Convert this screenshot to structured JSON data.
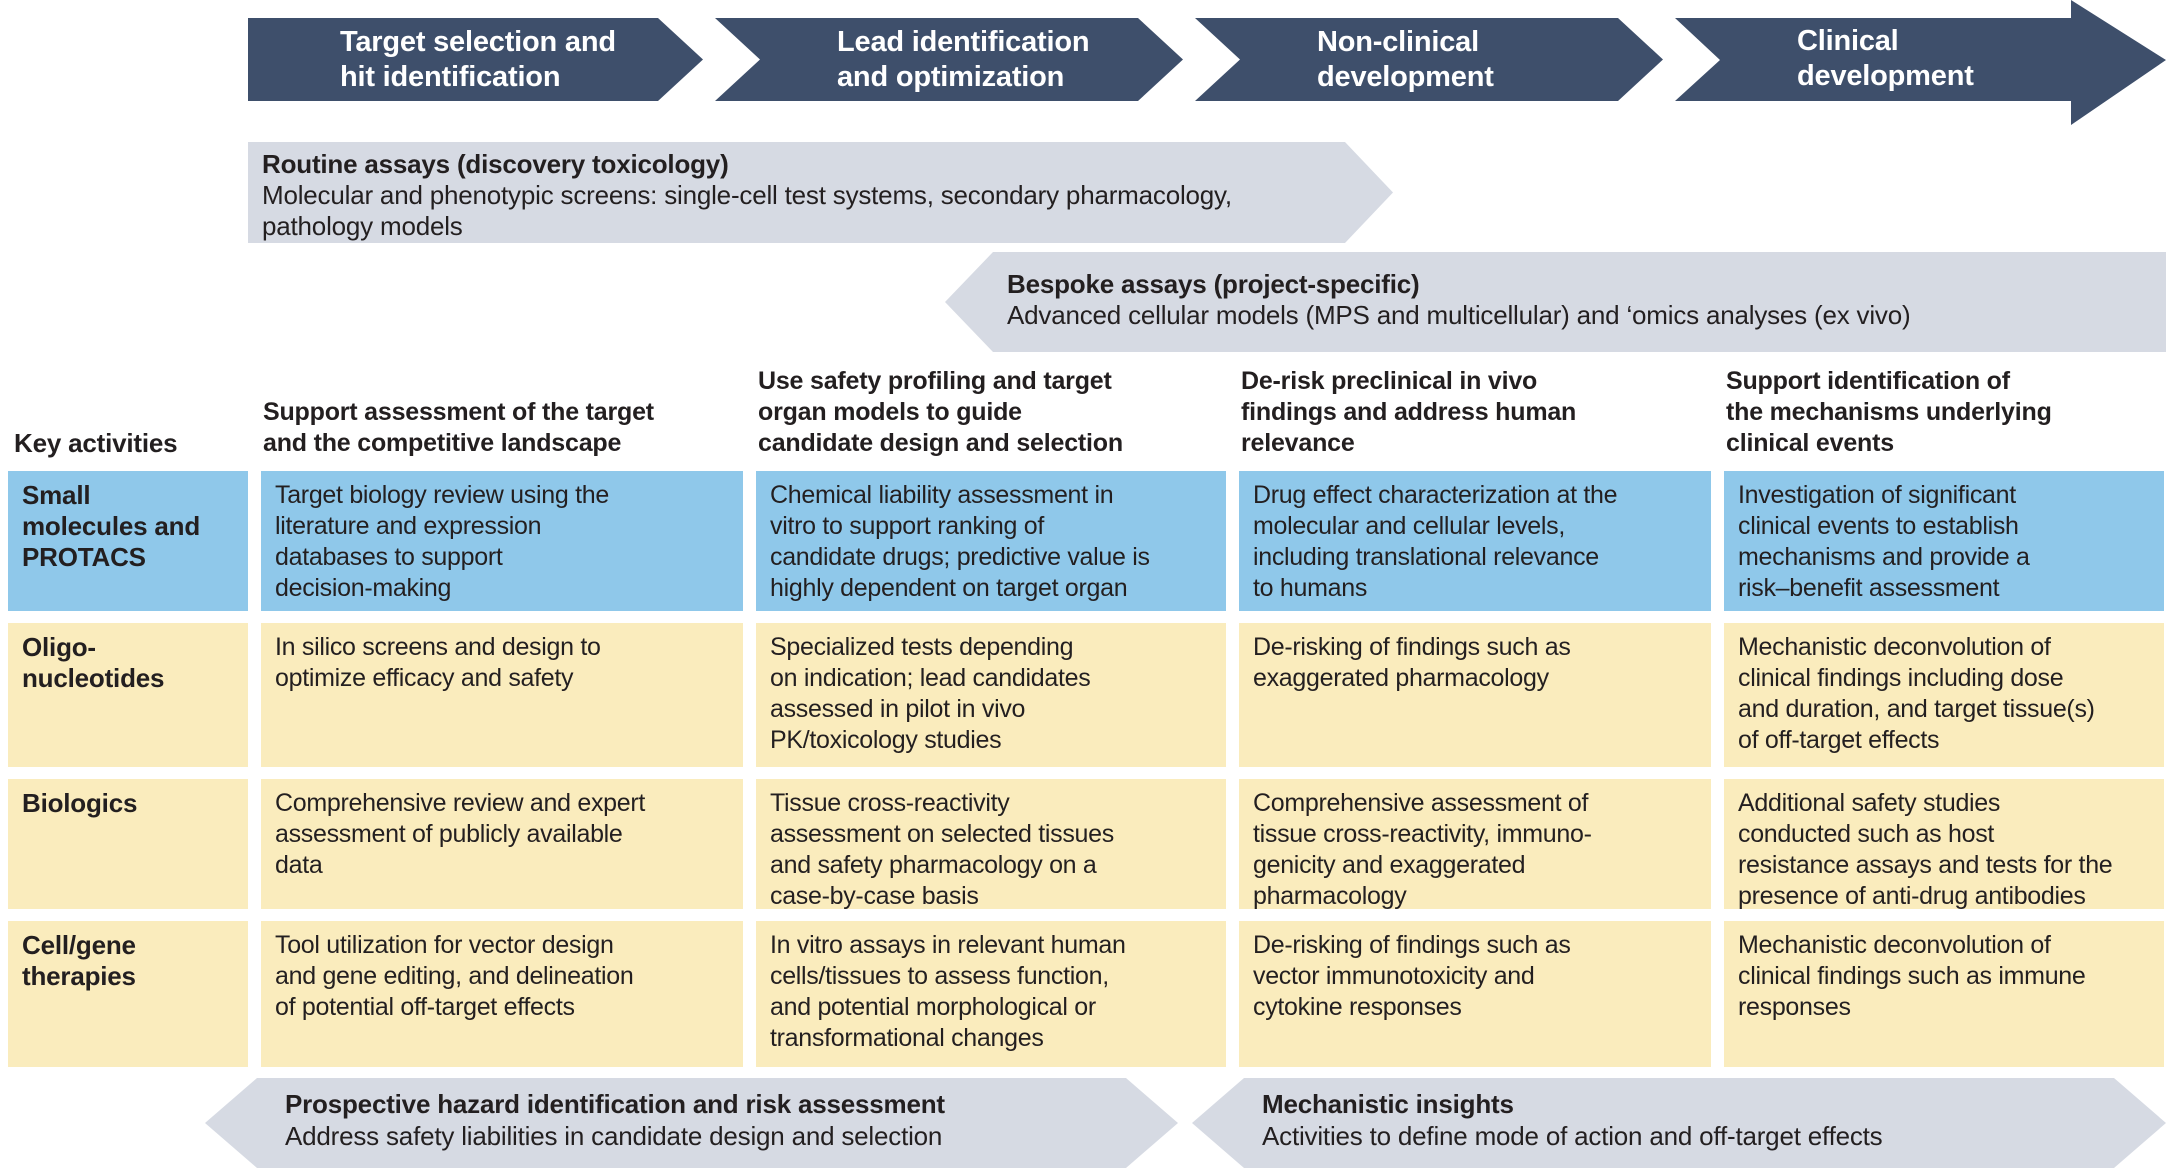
{
  "colors": {
    "stage_arrow": "#3e4f6b",
    "assay_banner": "#d6dae3",
    "row_small_molecules_blue": "#8fc8ea",
    "row_modality_yellow": "#faecbd",
    "text": "#231f20",
    "background": "#ffffff"
  },
  "pipeline_stages": [
    {
      "label": "Target selection and\nhit identification"
    },
    {
      "label": "Lead identification\nand optimization"
    },
    {
      "label": "Non-clinical\ndevelopment"
    },
    {
      "label": "Clinical\ndevelopment"
    }
  ],
  "assay_banners": {
    "routine": {
      "title": "Routine assays (discovery toxicology)",
      "description": "Molecular and phenotypic screens: single-cell test systems, secondary pharmacology,\npathology models"
    },
    "bespoke": {
      "title": "Bespoke assays (project-specific)",
      "description": "Advanced cellular models (MPS and multicellular) and ‘omics analyses (ex vivo)"
    }
  },
  "table": {
    "corner_label": "Key activities",
    "column_headers": [
      "Support assessment of the target\nand the competitive landscape",
      "Use safety profiling and target\norgan models to guide\ncandidate design and selection",
      "De-risk preclinical in vivo\nfindings and address human\nrelevance",
      "Support identification of\nthe mechanisms underlying\nclinical events"
    ],
    "rows": [
      {
        "label": "Small\nmolecules and\nPROTACS",
        "cells": [
          "Target biology review using the\nliterature and expression\ndatabases to support\ndecision-making",
          "Chemical liability assessment in\nvitro to support ranking of\ncandidate drugs; predictive value is\nhighly dependent on target organ",
          "Drug effect characterization at the\nmolecular and cellular levels,\nincluding translational relevance\nto humans",
          "Investigation of significant\nclinical events to establish\nmechanisms and provide a\nrisk–benefit assessment"
        ]
      },
      {
        "label": "Oligo-\nnucleotides",
        "cells": [
          "In silico screens and design to\noptimize efficacy and safety",
          "Specialized tests depending\non indication; lead candidates\nassessed in pilot in vivo\nPK/toxicology studies",
          "De-risking of findings such as\nexaggerated pharmacology",
          "Mechanistic deconvolution of\nclinical findings including dose\nand duration, and target tissue(s)\nof off-target effects"
        ]
      },
      {
        "label": "Biologics",
        "cells": [
          "Comprehensive review and expert\nassessment of publicly available\ndata",
          "Tissue cross-reactivity\nassessment on selected tissues\nand safety pharmacology on a\ncase-by-case basis",
          "Comprehensive assessment of\ntissue cross-reactivity, immuno-\ngenicity and exaggerated\npharmacology",
          "Additional safety studies\nconducted such as host\nresistance assays and tests for the\npresence of anti-drug antibodies"
        ]
      },
      {
        "label": "Cell/gene\ntherapies",
        "cells": [
          "Tool utilization for vector design\nand gene editing, and delineation\nof potential off-target effects",
          "In vitro assays in relevant human\ncells/tissues to assess function,\nand potential morphological or\ntransformational changes",
          "De-risking of findings such as\nvector immunotoxicity and\ncytokine responses",
          "Mechanistic deconvolution of\nclinical findings such as immune\nresponses"
        ]
      }
    ]
  },
  "bottom_banners": [
    {
      "title": "Prospective hazard identification and risk assessment",
      "description": "Address safety liabilities in candidate design and selection"
    },
    {
      "title": "Mechanistic insights",
      "description": "Activities to define mode of action and off-target effects"
    }
  ]
}
